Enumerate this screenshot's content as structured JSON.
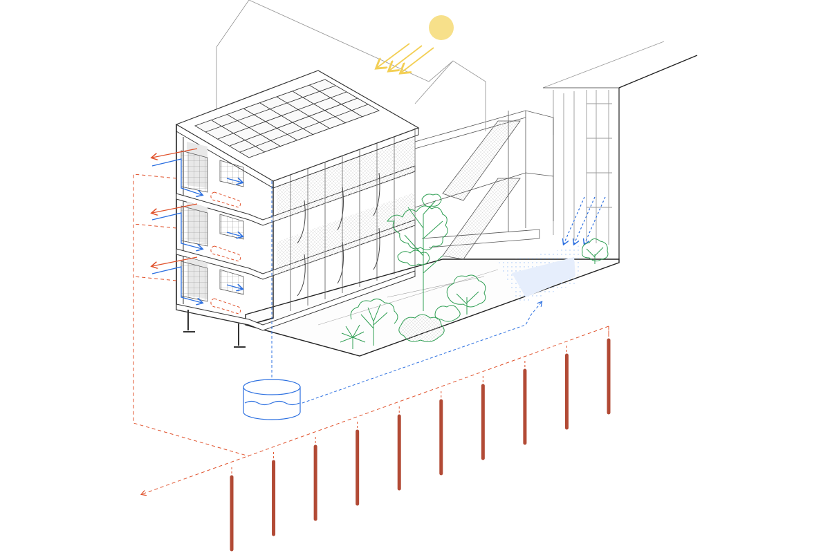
{
  "diagram": {
    "kind": "axonometric-sustainability-diagram",
    "elements": [
      "sun-icon",
      "solar-panel-roof",
      "warm-air-exhaust-arrows",
      "cool-air-intake-arrows",
      "underfloor-heating-loops",
      "rainwater-downpipe",
      "rainwater-tank-icon",
      "rain-arrows-icon",
      "courtyard-trees",
      "external-stair",
      "geothermal-boreholes",
      "ground-loop-pipe"
    ],
    "geothermal_borehole_count": 10,
    "floor_count": 3
  },
  "colors": {
    "line": "#444444",
    "thin_line": "#9a9a9a",
    "sun": "#f7e08a",
    "sun_rays": "#f3cf55",
    "heat": "#e0512b",
    "cool": "#2b6fe0",
    "water": "#2b6fe0",
    "tree": "#2e9e52",
    "borehole": "#b24a35",
    "glass": "#dadada",
    "wet_area": "#e6eefc"
  }
}
